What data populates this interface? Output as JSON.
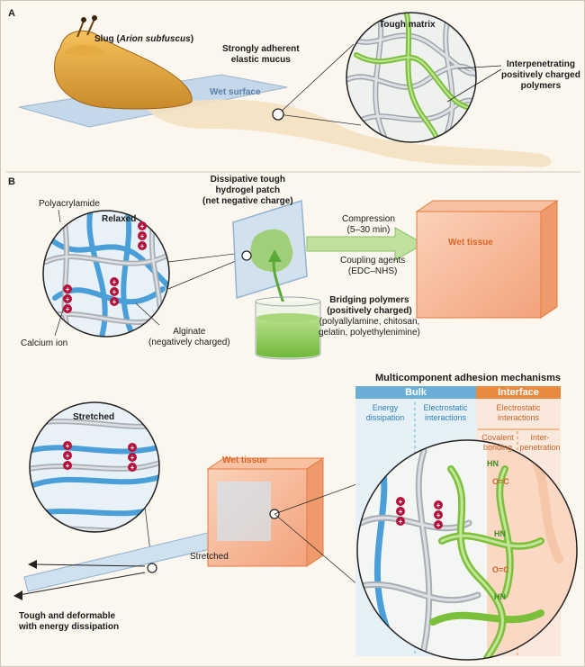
{
  "panel_a": {
    "letter": "A",
    "slug_prefix": "Slug (",
    "slug_species": "Arion subfuscus",
    "slug_suffix": ")",
    "mucus_line1": "Strongly adherent",
    "mucus_line2": "elastic mucus",
    "wet_surface": "Wet surface",
    "tough_matrix": "Tough matrix",
    "interp_line1": "Interpenetrating",
    "interp_line2": "positively charged",
    "interp_line3": "polymers"
  },
  "panel_b": {
    "letter": "B",
    "patch_line1": "Dissipative tough",
    "patch_line2": "hydrogel patch",
    "patch_line3": "(net negative charge)",
    "polyacrylamide": "Polyacrylamide",
    "relaxed": "Relaxed",
    "alginate_line1": "Alginate",
    "alginate_line2": "(negatively charged)",
    "calcium_ion": "Calcium ion",
    "compression_line1": "Compression",
    "compression_line2": "(5–30 min)",
    "coupling_line1": "Coupling agents",
    "coupling_line2": "(EDC–NHS)",
    "wet_tissue": "Wet tissue",
    "bridging_line1": "Bridging polymers",
    "bridging_line2": "(positively charged)",
    "bridging_line3": "(polyallylamine, chitosan,",
    "bridging_line4": "gelatin, polyethylenimine)",
    "stretched_circle": "Stretched",
    "stretched_arrow": "Stretched",
    "wet_tissue_2": "Wet tissue",
    "tough_line1": "Tough and deformable",
    "tough_line2": "with energy dissipation",
    "mechanisms_title": "Multicomponent adhesion mechanisms",
    "bulk": "Bulk",
    "interface": "Interface",
    "energy_line1": "Energy",
    "energy_line2": "dissipation",
    "electro_line1": "Electrostatic",
    "electro_line2": "interactions",
    "electro2_line1": "Electrostatic",
    "electro2_line2": "interactions",
    "covalent_line1": "Covalent",
    "covalent_line2": "bonding",
    "inter_line1": "Inter-",
    "inter_line2": "penetration",
    "hn_top": "HN",
    "oc_1": "O=C",
    "hn_mid": "HN",
    "oc_2": "O=C",
    "hn_bot": "HN",
    "plus": "+"
  },
  "colors": {
    "blue_polymer": "#4a9fd8",
    "gray_polymer": "#b9bec4",
    "green_polymer": "#7bbf3a",
    "ion_red": "#b4123c",
    "tissue": "#f2a37a",
    "bulk_header": "#6aaed6",
    "interface_header": "#e8893f"
  }
}
